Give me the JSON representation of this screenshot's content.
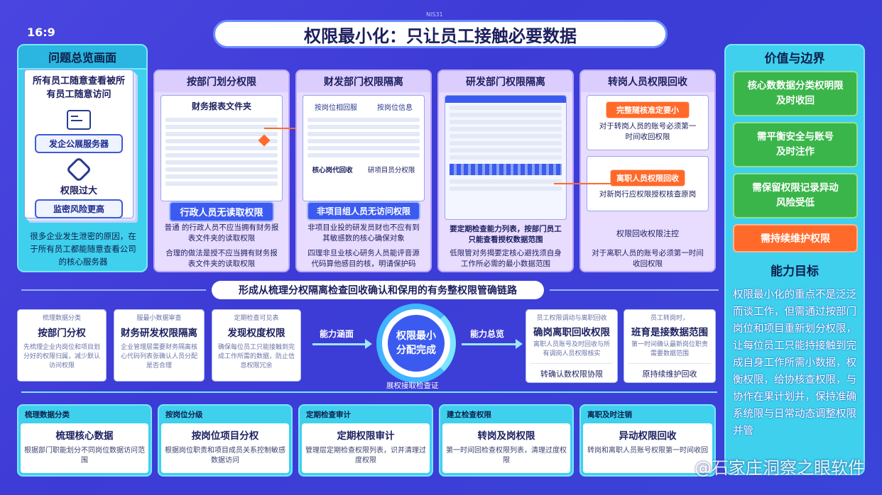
{
  "header": {
    "ratio": "16:9",
    "tag": "NIS31",
    "title": "权限最小化：只让员工接触必要数据"
  },
  "left_panel": {
    "head": "问题总览画面",
    "paper_title": "所有员工随意查看被所有员工随意访问",
    "server_label": "发企公展服务器",
    "risk_title": "权限过大",
    "risk_badge": "监密风险更高",
    "caption": "很多企业发生泄密的原因，在于所有员工都能随意查看公司的核心服务器"
  },
  "cards": [
    {
      "head": "按部门划分权限",
      "screen_title": "财务报表文件夹",
      "badge": "行政人员无读取权限",
      "foot1": "普通 的行政人员不应当拥有财务报表文件夹的读取权限",
      "foot2": "合理的做法是授不应当拥有财务报表文件夹的读取权限"
    },
    {
      "head": "财发部门权限隔离",
      "tab1": "按岗位相回服",
      "tab2": "按岗位信息",
      "sub1": "核心岗代回收",
      "sub2": "研项目员分权限",
      "badge": "非项目组人员无访问权限",
      "foot1": "非项目业投的研发员财也不应有到其敏感数的核心确保对象",
      "foot2": "四理非旦业核心研务人员能评音源代码算他感目的核，明请保护码"
    },
    {
      "head": "研发部门权限隔离",
      "foot_title": "要定期检查能力列表，按部门员工只能查看授权数据范围",
      "foot2": "低限管对务揭要定核心避找须自身工作所必需的最小数据范围"
    },
    {
      "head": "转岗人员权限回收",
      "orange1": "完整隧核准定要小",
      "text1": "对于转岗人员的账号必须第一时间收回权限",
      "orange2": "离职人员权限回收",
      "text2": "对新岗行应权限授权核查原岗",
      "mid": "权限回收权限注控",
      "foot": "对于离职人员的账号必须第一时间收回权限"
    }
  ],
  "right_panel": {
    "head": "价值与边界",
    "boxes": [
      "核心数数据分类权明限及时收回",
      "需平衡安全与账号及时注作",
      "需保留权限记录异动风险受低",
      "需持续维护权限"
    ],
    "goal_head": "能力目标",
    "goal_text": "权限最小化的重点不是泛泛而谈工作，但需通过按部门岗位和项目重新划分权限，让每位员工只能持接触到完成自身工作所需小数据，权衡权限，给协核查权限，与协作在果计划并，保持准确系统限与日常动态调整权限并管"
  },
  "banner": "形成从梳理分权隔离检查回收确认和保用的有务整权限管确链路",
  "flow_left": [
    {
      "sm": "梳理数据分类",
      "big": "按部门分权",
      "desc": "先梳理企业内岗位和项目划分好的权限归属，减少默认访问权限"
    },
    {
      "sm": "服最小数据审查",
      "big": "财务研发权限隔离",
      "desc": "企业管理层需要财务隔离核心代码列表张确认人员分配是否合理"
    },
    {
      "sm": "定期检查可见表",
      "big": "发现权度权限",
      "desc": "确保每位员工只能接触到完成工作所需的数据，防止信息权限冗余"
    }
  ],
  "center": {
    "label_left": "能力涵面",
    "circle": "权限最小分配完成",
    "arc_text": "展权接取检查证",
    "label_right": "能力总览"
  },
  "flow_right": [
    {
      "sm": "员工权限调动与离职回收",
      "big": "确岗离职回收权限",
      "desc": "离职人员账号及时回收与所有调岗人员权限核实",
      "foot": "转确认数权限协限"
    },
    {
      "sm": "员工转岗时，",
      "big": "班育是接数据范围",
      "desc": "第一时间确认最新岗位职责需要数据范围",
      "foot": "原持续维护回收"
    }
  ],
  "bottom_cards": [
    {
      "head": "梳理数据分类",
      "title": "梳理核心数据",
      "desc": "根据部门职能划分不同岗位数据访问范围"
    },
    {
      "head": "按岗位分级",
      "title": "按岗位项目分权",
      "desc": "根据岗位职责和项目成员关系控制敏感数据访问"
    },
    {
      "head": "定期检查审计",
      "title": "定期权限审计",
      "desc": "管理层定期检查权限列表，识并清理过度权限"
    },
    {
      "head": "建立检查权限",
      "title": "转岗及岗权限",
      "desc": "第一时间回检查权限列表，清理过度权限"
    },
    {
      "head": "离职及时注销",
      "title": "异动权限回收",
      "desc": "转岗和离职人员账号权限第一时间收回"
    }
  ],
  "watermark": "@石家庄洞察之眼软件",
  "colors": {
    "background": "#4a45e0",
    "cyan_panel": "#3fd0ee",
    "green": "#3ab54a",
    "orange": "#ff6a2b",
    "lavender": "#e8dcff"
  }
}
